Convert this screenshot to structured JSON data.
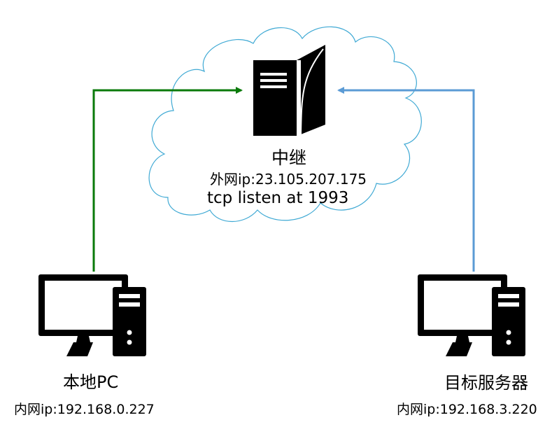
{
  "relay": {
    "name": "中继",
    "public_ip": "外网ip:23.105.207.175",
    "listen": "tcp listen at 1993"
  },
  "local_pc": {
    "name": "本地PC",
    "lan_ip": "内网ip:192.168.0.227"
  },
  "target_server": {
    "name": "目标服务器",
    "lan_ip": "内网ip:192.168.3.220"
  },
  "colors": {
    "local_link": "#0a7a0a",
    "target_link": "#5b9bd5",
    "cloud_outline": "#3fa9d4",
    "icon": "#000000"
  },
  "icons": {
    "relay": "server-tower-icon",
    "local_pc": "desktop-computer-icon",
    "target_server": "desktop-computer-icon"
  }
}
